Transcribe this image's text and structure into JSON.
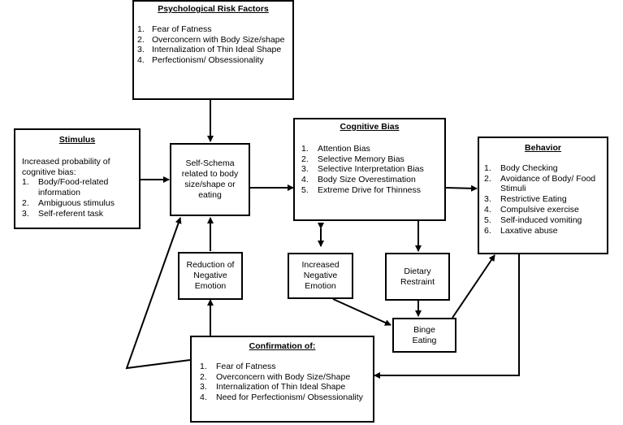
{
  "psych_risk": {
    "title": "Psychological Risk Factors",
    "items": [
      "Fear of Fatness",
      "Overconcern with Body Size/shape",
      "Internalization of Thin Ideal Shape",
      "Perfectionism/ Obsessionality"
    ]
  },
  "stimulus": {
    "title": "Stimulus",
    "intro": "Increased probability of cognitive bias:",
    "items": [
      "Body/Food-related information",
      "Ambiguous stimulus",
      "Self-referent task"
    ]
  },
  "self_schema": {
    "text": "Self-Schema related to body size/shape or eating"
  },
  "cognitive_bias": {
    "title": "Cognitive Bias",
    "items": [
      "Attention Bias",
      "Selective Memory Bias",
      "Selective Interpretation Bias",
      "Body Size Overestimation",
      "Extreme Drive for Thinness"
    ]
  },
  "behavior": {
    "title": "Behavior",
    "items": [
      "Body Checking",
      "Avoidance of Body/ Food Stimuli",
      "Restrictive Eating",
      "Compulsive exercise",
      "Self-induced vomiting",
      "Laxative abuse"
    ]
  },
  "reduction": {
    "text": "Reduction of Negative Emotion"
  },
  "increased_negative": {
    "text": "Increased Negative Emotion"
  },
  "dietary": {
    "text": "Dietary Restraint"
  },
  "binge": {
    "text": "Binge Eating"
  },
  "confirmation": {
    "title": "Confirmation of:",
    "items": [
      "Fear of Fatness",
      "Overconcern with Body Size/Shape",
      "Internalization of Thin Ideal Shape",
      "Need for Perfectionism/ Obsessionality"
    ]
  }
}
